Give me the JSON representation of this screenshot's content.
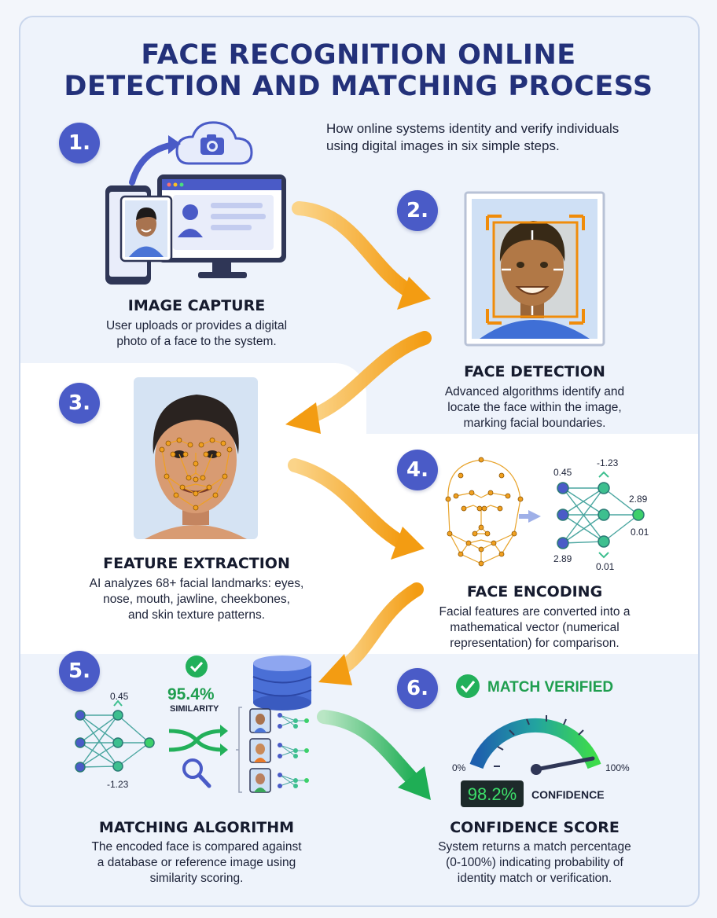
{
  "title": {
    "line1": "FACE RECOGNITION ONLINE",
    "line2": "DETECTION AND MATCHING PROCESS"
  },
  "subtitle": {
    "line1": "How online systems identity and verify individuals",
    "line2": "using digital images in six simple steps."
  },
  "steps": [
    {
      "number": "1.",
      "heading": "IMAGE CAPTURE",
      "desc": [
        "User uploads or provides a digital",
        "photo of a face to the system."
      ]
    },
    {
      "number": "2.",
      "heading": "FACE DETECTION",
      "desc": [
        "Advanced algorithms identify and",
        "locate the face within the image,",
        "marking facial boundaries."
      ]
    },
    {
      "number": "3.",
      "heading": "FEATURE EXTRACTION",
      "desc": [
        "AI analyzes 68+ facial landmarks: eyes,",
        "nose, mouth, jawline, cheekbones,",
        "and skin texture patterns."
      ]
    },
    {
      "number": "4.",
      "heading": "FACE ENCODING",
      "desc": [
        "Facial features are converted into a",
        "mathematical vector (numerical",
        "representation) for comparison."
      ]
    },
    {
      "number": "5.",
      "heading": "MATCHING ALGORITHM",
      "desc": [
        "The encoded face is compared against",
        "a database or reference image using",
        "similarity scoring."
      ]
    },
    {
      "number": "6.",
      "heading": "CONFIDENCE SCORE",
      "desc": [
        "System returns a match percentage",
        "(0-100%) indicating probability of",
        "identity match or verification."
      ]
    }
  ],
  "encoding": {
    "v1": "0.45",
    "v2": "-1.23",
    "v3": "2.89",
    "v4": "2.89",
    "v5": "0.01",
    "v6": "0.01"
  },
  "matching": {
    "similarity_value": "95.4%",
    "similarity_label": "SIMILARITY",
    "v1": "0.45",
    "v2": "-1.23"
  },
  "confidence": {
    "badge": "MATCH VERIFIED",
    "min_label": "0%",
    "max_label": "100%",
    "value_display": "98.2%",
    "value_label": "CONFIDENCE",
    "value": 98.2
  },
  "colors": {
    "accent": "#4a5bc7",
    "title": "#23317a",
    "arrow": "#f3a21c",
    "green": "#22b05a"
  }
}
